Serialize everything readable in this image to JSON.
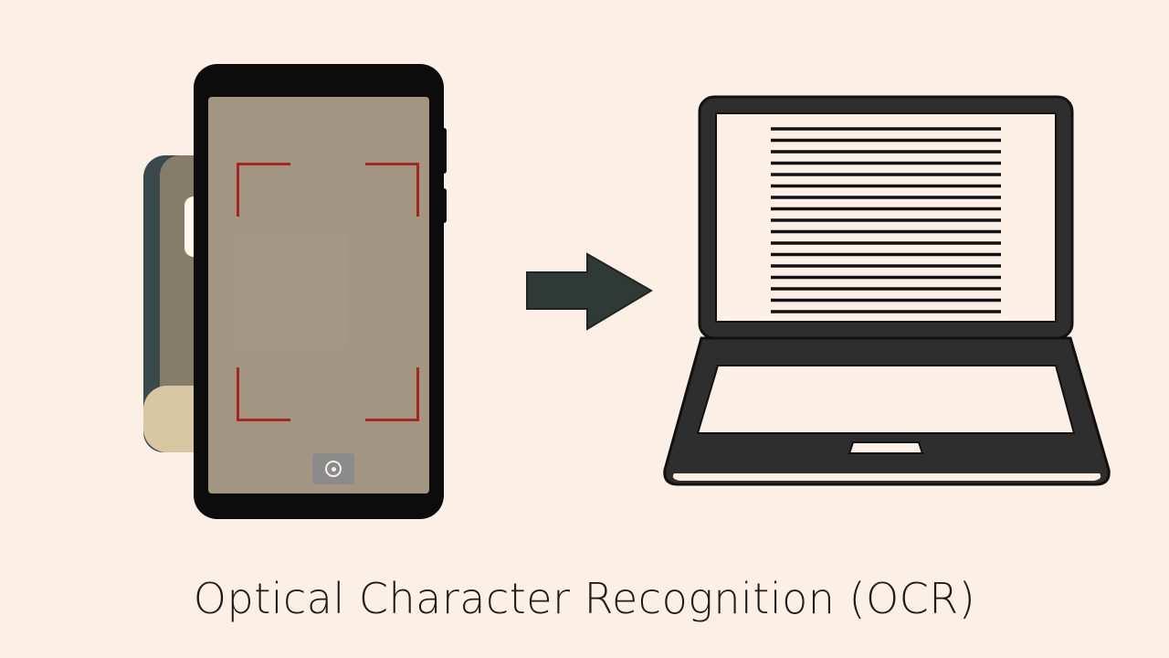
{
  "caption": "Optical Character Recognition (OCR)",
  "illustration": {
    "source": {
      "device": "smartphone",
      "icon": "camera-icon",
      "scan_frame_color": "#a3271f",
      "subject": "book"
    },
    "transition": {
      "icon": "arrow-right-icon",
      "color": "#2f3a37"
    },
    "target": {
      "device": "laptop",
      "screen_text_lines": 17
    }
  },
  "colors": {
    "background": "#fcf0e6",
    "device_body": "#0c0c0c",
    "laptop_body": "#2e2e2e",
    "book_spine": "#3a4a4c",
    "book_cover": "#857c6a",
    "book_pages": "#d8c7a2"
  }
}
